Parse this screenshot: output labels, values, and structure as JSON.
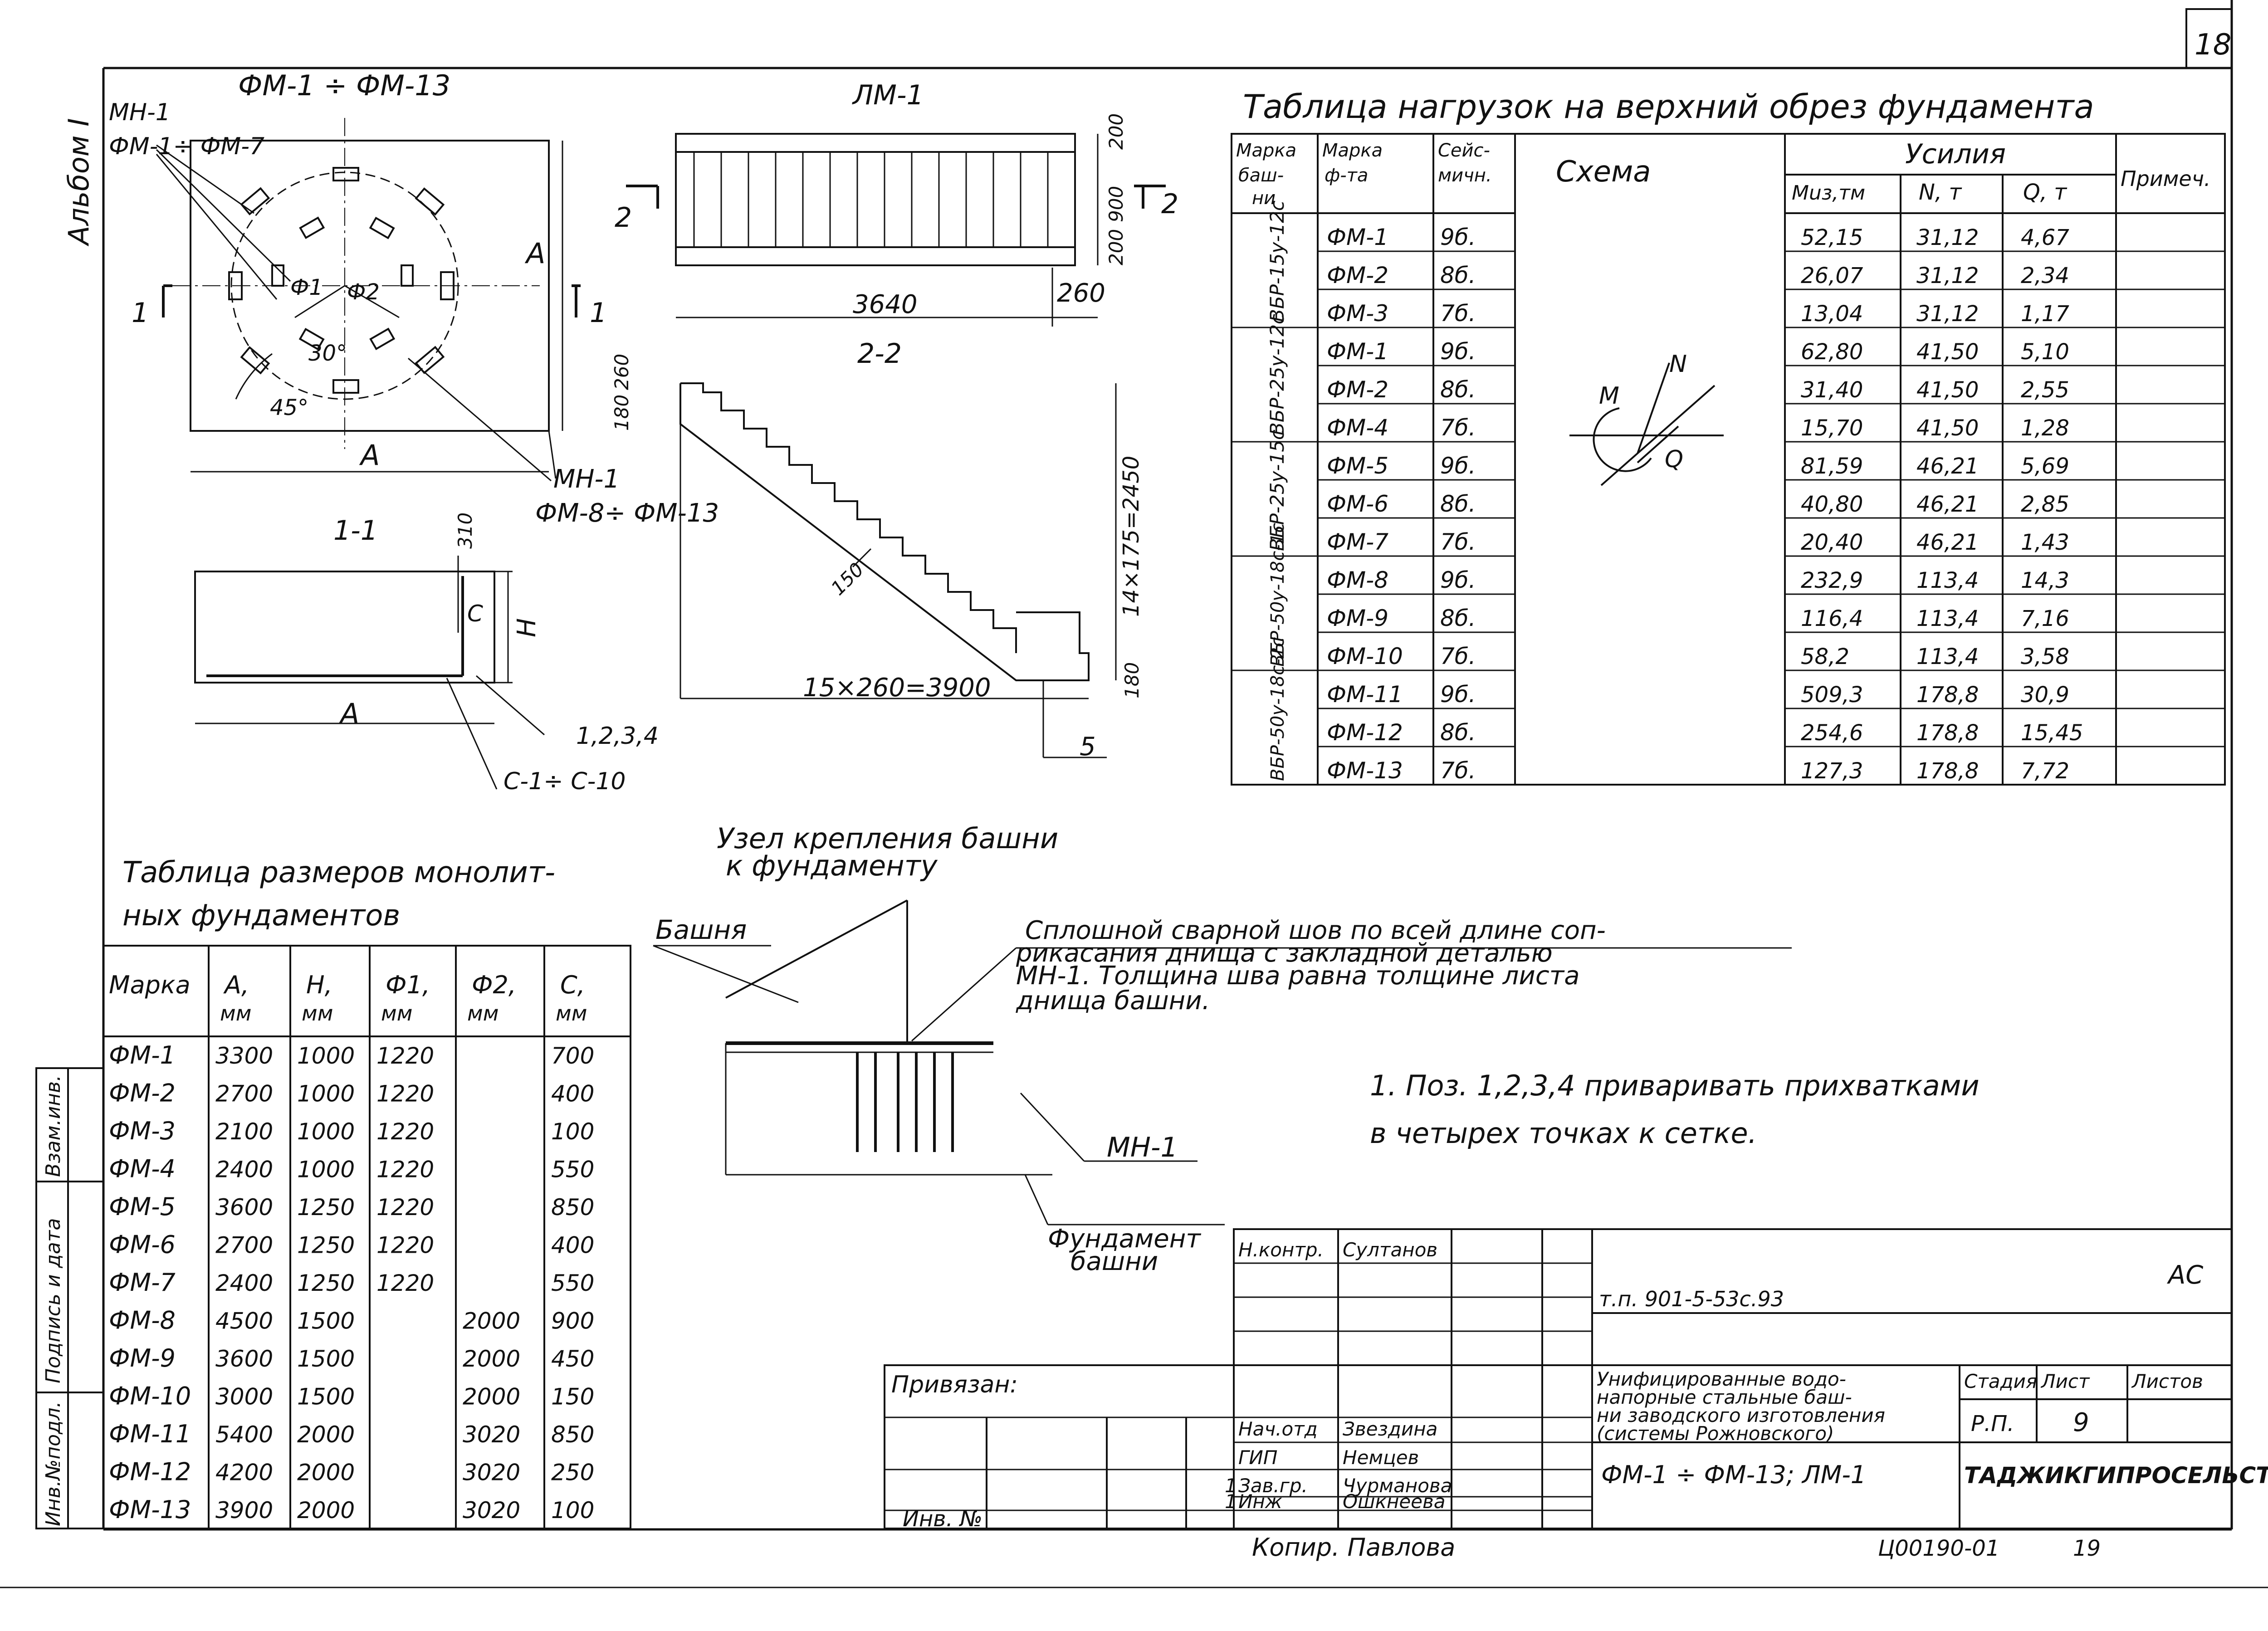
{
  "sheet": {
    "page_number": "18",
    "album": "Альбом I"
  },
  "plan_view": {
    "title": "ФМ-1 ÷ ФМ-13",
    "label_mn": "МН-1",
    "label_fm_range": "ФМ-1÷ ФМ-7",
    "label_a_bottom": "А",
    "label_a_right": "А",
    "cut_left": "1",
    "cut_right": "1",
    "phi1": "Ф1",
    "phi2": "Ф2",
    "angle_30": "30°",
    "angle_45": "45°",
    "leader_mn": "МН-1",
    "leader_fm": "ФМ-8÷ ФМ-13"
  },
  "section_1_1": {
    "title": "1-1",
    "dim_top": "310",
    "label_c": "С",
    "label_h": "Н",
    "label_a": "А",
    "pos_label": "1,2,3,4",
    "mesh_label": "С-1÷ С-10"
  },
  "stair_plan": {
    "title": "ЛМ-1",
    "dim_length": "3640",
    "dim_end": "260",
    "dim_200_top": "200",
    "dim_900": "900",
    "dim_200_bottom": "200",
    "cut_left": "2",
    "cut_right": "2"
  },
  "section_2_2": {
    "title": "2-2",
    "dim_180": "180",
    "dim_260": "260",
    "dim_150": "150",
    "dim_height": "14×175=2450",
    "dim_run": "15×260=3900",
    "dim_bottom": "180",
    "pos_5": "5"
  },
  "load_table": {
    "title": "Таблица нагрузок на верхний обрез фундамента",
    "headers": {
      "tower": "Марка башни",
      "foundation": "Марка ф-та",
      "seismic": "Сейс-мичн.",
      "scheme": "Схема",
      "forces": "Усилия",
      "m": "Мuз,тм",
      "n": "N, т",
      "q": "Q, т",
      "note": "Примеч."
    },
    "groups": [
      {
        "tower": "ВБР-15у-12с",
        "rows": 3
      },
      {
        "tower": "ВБР-25у-12с",
        "rows": 3
      },
      {
        "tower": "ВБР-25у-15с",
        "rows": 3
      },
      {
        "tower": "ВБР-50у-18с-1с",
        "rows": 3
      },
      {
        "tower": "ВБР-50у-18с-2с",
        "rows": 3
      }
    ],
    "rows": [
      {
        "fm": "ФМ-1",
        "seis": "9б.",
        "m": "52,15",
        "n": "31,12",
        "q": "4,67"
      },
      {
        "fm": "ФМ-2",
        "seis": "8б.",
        "m": "26,07",
        "n": "31,12",
        "q": "2,34"
      },
      {
        "fm": "ФМ-3",
        "seis": "7б.",
        "m": "13,04",
        "n": "31,12",
        "q": "1,17"
      },
      {
        "fm": "ФМ-1",
        "seis": "9б.",
        "m": "62,80",
        "n": "41,50",
        "q": "5,10"
      },
      {
        "fm": "ФМ-2",
        "seis": "8б.",
        "m": "31,40",
        "n": "41,50",
        "q": "2,55"
      },
      {
        "fm": "ФМ-4",
        "seis": "7б.",
        "m": "15,70",
        "n": "41,50",
        "q": "1,28"
      },
      {
        "fm": "ФМ-5",
        "seis": "9б.",
        "m": "81,59",
        "n": "46,21",
        "q": "5,69"
      },
      {
        "fm": "ФМ-6",
        "seis": "8б.",
        "m": "40,80",
        "n": "46,21",
        "q": "2,85"
      },
      {
        "fm": "ФМ-7",
        "seis": "7б.",
        "m": "20,40",
        "n": "46,21",
        "q": "1,43"
      },
      {
        "fm": "ФМ-8",
        "seis": "9б.",
        "m": "232,9",
        "n": "113,4",
        "q": "14,3"
      },
      {
        "fm": "ФМ-9",
        "seis": "8б.",
        "m": "116,4",
        "n": "113,4",
        "q": "7,16"
      },
      {
        "fm": "ФМ-10",
        "seis": "7б.",
        "m": "58,2",
        "n": "113,4",
        "q": "3,58"
      },
      {
        "fm": "ФМ-11",
        "seis": "9б.",
        "m": "509,3",
        "n": "178,8",
        "q": "30,9"
      },
      {
        "fm": "ФМ-12",
        "seis": "8б.",
        "m": "254,6",
        "n": "178,8",
        "q": "15,45"
      },
      {
        "fm": "ФМ-13",
        "seis": "7б.",
        "m": "127,3",
        "n": "178,8",
        "q": "7,72"
      }
    ],
    "scheme_labels": {
      "m": "М",
      "n": "N",
      "q": "Q"
    }
  },
  "dims_table": {
    "title_line1": "Таблица размеров монолит-",
    "title_line2": "ных фундаментов",
    "headers": [
      {
        "line1": "Марка",
        "line2": ""
      },
      {
        "line1": "А,",
        "line2": "мм"
      },
      {
        "line1": "Н,",
        "line2": "мм"
      },
      {
        "line1": "Ф1,",
        "line2": "мм"
      },
      {
        "line1": "Ф2,",
        "line2": "мм"
      },
      {
        "line1": "С,",
        "line2": "мм"
      }
    ],
    "rows": [
      [
        "ФМ-1",
        "3300",
        "1000",
        "1220",
        "",
        "700"
      ],
      [
        "ФМ-2",
        "2700",
        "1000",
        "1220",
        "",
        "400"
      ],
      [
        "ФМ-3",
        "2100",
        "1000",
        "1220",
        "",
        "100"
      ],
      [
        "ФМ-4",
        "2400",
        "1000",
        "1220",
        "",
        "550"
      ],
      [
        "ФМ-5",
        "3600",
        "1250",
        "1220",
        "",
        "850"
      ],
      [
        "ФМ-6",
        "2700",
        "1250",
        "1220",
        "",
        "400"
      ],
      [
        "ФМ-7",
        "2400",
        "1250",
        "1220",
        "",
        "550"
      ],
      [
        "ФМ-8",
        "4500",
        "1500",
        "",
        "2000",
        "900"
      ],
      [
        "ФМ-9",
        "3600",
        "1500",
        "",
        "2000",
        "450"
      ],
      [
        "ФМ-10",
        "3000",
        "1500",
        "",
        "2000",
        "150"
      ],
      [
        "ФМ-11",
        "5400",
        "2000",
        "",
        "3020",
        "850"
      ],
      [
        "ФМ-12",
        "4200",
        "2000",
        "",
        "3020",
        "250"
      ],
      [
        "ФМ-13",
        "3900",
        "2000",
        "",
        "3020",
        "100"
      ]
    ]
  },
  "side_stamp": {
    "inv_orig": "Инв.№подл.",
    "sign_date": "Подпись и дата",
    "inv_replace": "Взам.инв."
  },
  "node_detail": {
    "title_line1": "Узел крепления башни",
    "title_line2": "к фундаменту",
    "label_tower": "Башня",
    "weld_note_line1": "Сплошной сварной шов по всей длине соп-",
    "weld_note_line2": "рикасания днища с закладной деталью",
    "weld_note_line3": "МН-1. Толщина шва равна толщине листа",
    "weld_note_line4": "днища башни.",
    "label_mn": "МН-1",
    "label_foundation_line1": "Фундамент",
    "label_foundation_line2": "башни"
  },
  "notes": {
    "line1": "1. Поз. 1,2,3,4 приваривать прихватками",
    "line2": "в четырех точках к сетке."
  },
  "title_block": {
    "privyazan": "Привязан:",
    "inv_no": "Инв. №",
    "roles": [
      "Н.контр.",
      "",
      "",
      "",
      "",
      "Нач.отд",
      "ГИП",
      "Зав.гр.",
      "Инж"
    ],
    "names": [
      "Султанов",
      "",
      "",
      "",
      "",
      "Звездина",
      "Немцев",
      "Чурманова",
      "Ошкнеева"
    ],
    "col_marks": [
      "",
      "",
      "",
      "",
      "",
      "",
      "",
      "1",
      "1"
    ],
    "copy": "Копир. Павлова",
    "project_code": "т.п. 901-5-53с.93",
    "mark_as": "АС",
    "description_line1": "Унифицированные водо-",
    "description_line2": "напорные стальные баш-",
    "description_line3": "ни заводского изготовления",
    "description_line4": "(системы Рожновского)",
    "stage_header": "Стадия",
    "sheet_header": "Лист",
    "sheets_header": "Листов",
    "stage": "Р.П.",
    "sheet": "9",
    "sheets": "",
    "drawing_name": "ФМ-1 ÷ ФМ-13; ЛМ-1",
    "organization": "ТАДЖИКГИПРОСЕЛЬСТРОЙ",
    "archive_no": "Ц00190-01",
    "archive_sheet": "19"
  }
}
